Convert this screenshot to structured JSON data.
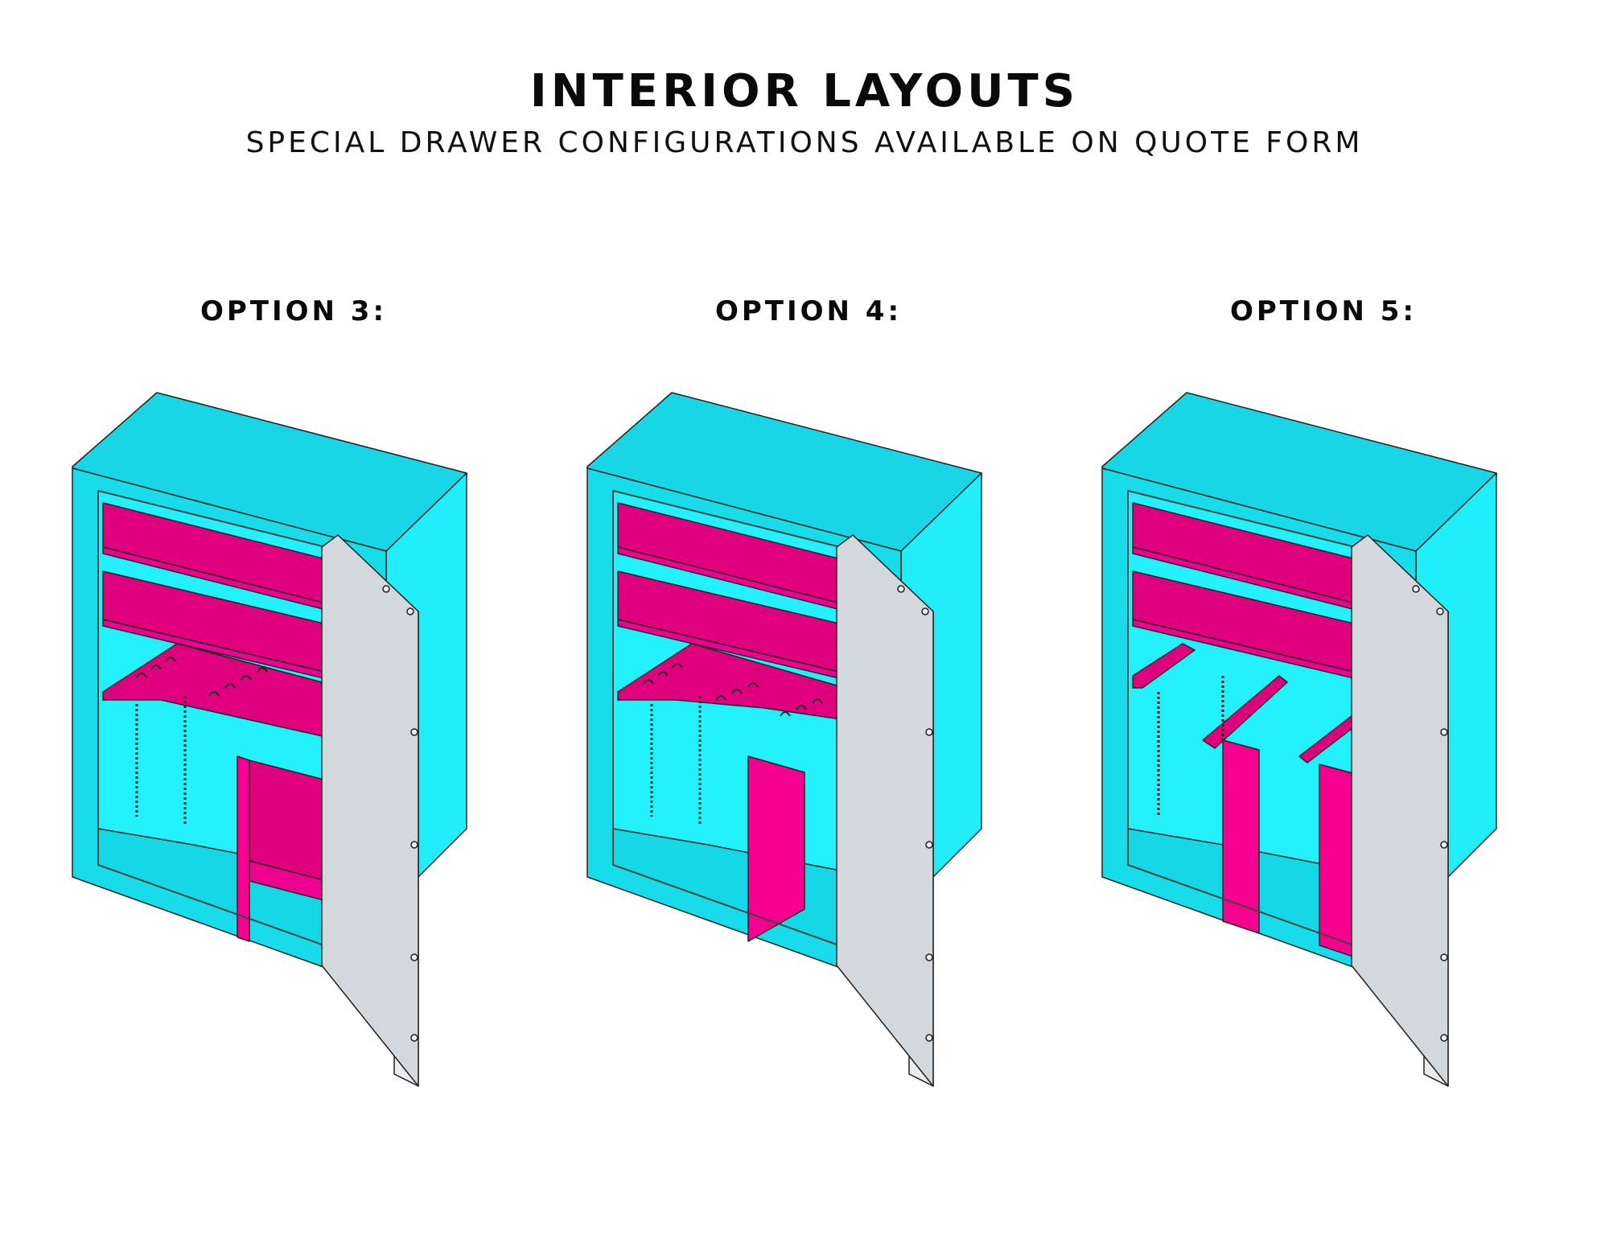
{
  "header": {
    "title": "INTERIOR LAYOUTS",
    "subtitle": "SPECIAL DRAWER CONFIGURATIONS AVAILABLE ON QUOTE FORM"
  },
  "options": [
    {
      "label": "OPTION 3:"
    },
    {
      "label": "OPTION 4:"
    },
    {
      "label": "OPTION 5:"
    }
  ],
  "colors": {
    "cabinet_top": "#18d6e6",
    "cabinet_side": "#20eefa",
    "cabinet_front": "#19dcea",
    "interior_back": "#22f0fb",
    "interior_floor": "#16d7e6",
    "shelf_top": "#e0007e",
    "shelf_front": "#f00090",
    "divider": "#f5008f",
    "door": "#d3d8dc",
    "door_edge": "#e9ecee",
    "outline": "#222222"
  }
}
